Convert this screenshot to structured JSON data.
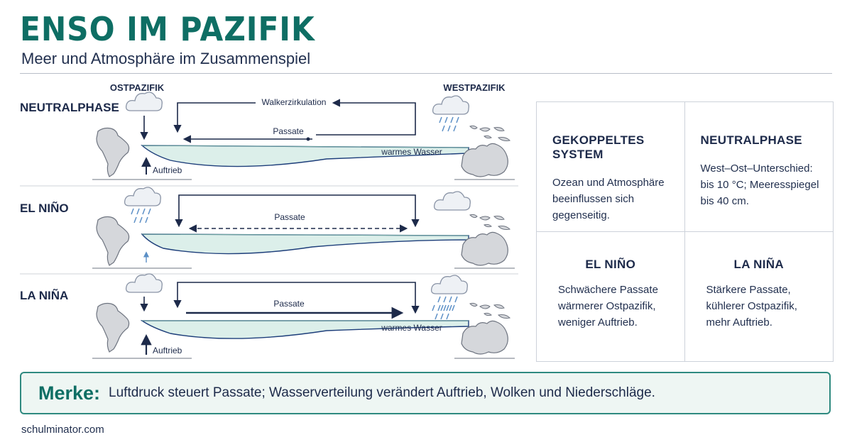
{
  "header": {
    "title": "ENSO IM PAZIFIK",
    "subtitle": "Meer und Atmosphäre im Zusammenspiel"
  },
  "diagram": {
    "ocean_labels": {
      "east": "OSTPAZIFIK",
      "west": "WESTPAZIFIK"
    },
    "panels": [
      {
        "phase": "NEUTRALPHASE",
        "circulation": "Walkerzirkulation",
        "trade_winds": "Passate",
        "warm_water": "warmes Wasser",
        "upwelling": "Auftrieb"
      },
      {
        "phase": "EL NIÑO",
        "trade_winds": "Passate"
      },
      {
        "phase": "LA NIÑA",
        "trade_winds": "Passate",
        "warm_water": "warmes Wasser",
        "upwelling": "Auftrieb"
      }
    ]
  },
  "info_grid": [
    {
      "title": "GEKOPPELTES SYSTEM",
      "text": "Ozean und Atmosphäre beeinflussen sich gegenseitig."
    },
    {
      "title": "NEUTRALPHASE",
      "text": "West–Ost–Unterschied: bis 10 °C; Meeresspiegel bis 40 cm."
    },
    {
      "title": "EL NIÑO",
      "text": "Schwächere Passate wärmerer Ostpazifik, weniger Auftrieb."
    },
    {
      "title": "LA NIÑA",
      "text": "Stärkere Passate, kühlerer Ostpazifik, mehr Auftrieb."
    }
  ],
  "merke": {
    "label": "Merke:",
    "text": "Luftdruck steuert Passate; Wasserverteilung verändert Auftrieb, Wolken und Niederschläge."
  },
  "footer": "schulminator.com",
  "colors": {
    "title": "#0e6e64",
    "navy": "#1d2a4a",
    "water": "#dcefea",
    "land": "#d5d7db",
    "rain": "#5b8fc6",
    "merke_border": "#2f8a80"
  }
}
